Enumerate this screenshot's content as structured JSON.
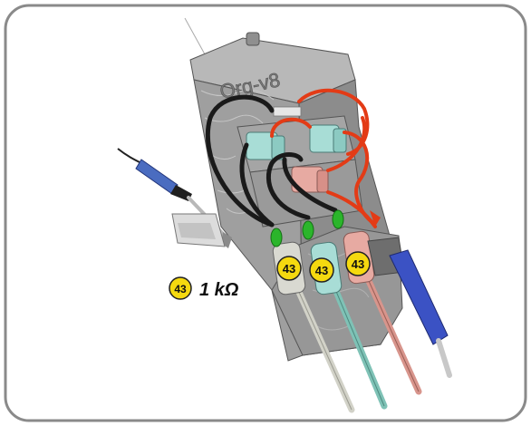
{
  "device": {
    "engraved_label": "Org-v8"
  },
  "callouts": [
    {
      "number": "43"
    },
    {
      "number": "43"
    },
    {
      "number": "43"
    }
  ],
  "legend": {
    "number": "43",
    "text": "1 kΩ"
  },
  "colors": {
    "frame_border": "#8a8a8a",
    "body_gray": "#a9a9a9",
    "body_dark": "#7d7d7d",
    "wire_black": "#1a1a1a",
    "wire_red": "#e33b16",
    "cap_cyan": "#a8ddd6",
    "cap_pink": "#e7aaa2",
    "callout_yellow": "#f5d90f",
    "led_green": "#2bb52b",
    "handle_blue": "#3b52c4",
    "iron_blue": "#4a6cc0"
  }
}
